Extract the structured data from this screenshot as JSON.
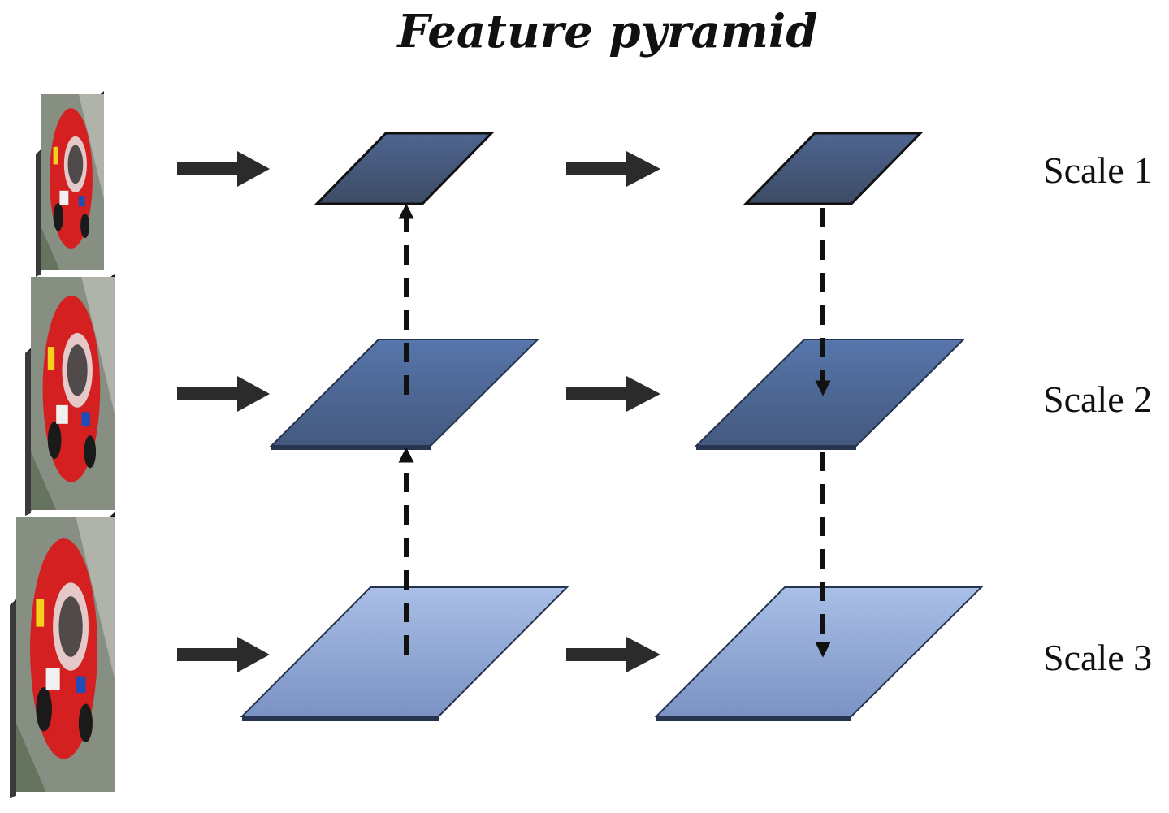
{
  "title": "Feature pyramid",
  "scales": [
    {
      "label": "Scale 1"
    },
    {
      "label": "Scale 2"
    },
    {
      "label": "Scale 3"
    }
  ],
  "colors": {
    "arrow": "#2b2b2b",
    "plane_scale1_top": "#4f6591",
    "plane_scale1_bottom": "#3d4b64",
    "plane_scale2_top": "#5776ab",
    "plane_scale2_bottom": "#44597f",
    "plane_scale3_top": "#a9bfe6",
    "plane_scale3_bottom": "#7b92c4",
    "plane_edge": "#26344f",
    "image_car": "#d42020",
    "image_road": "#7d8479"
  },
  "icons": {
    "input_image": "race-car-photo"
  }
}
